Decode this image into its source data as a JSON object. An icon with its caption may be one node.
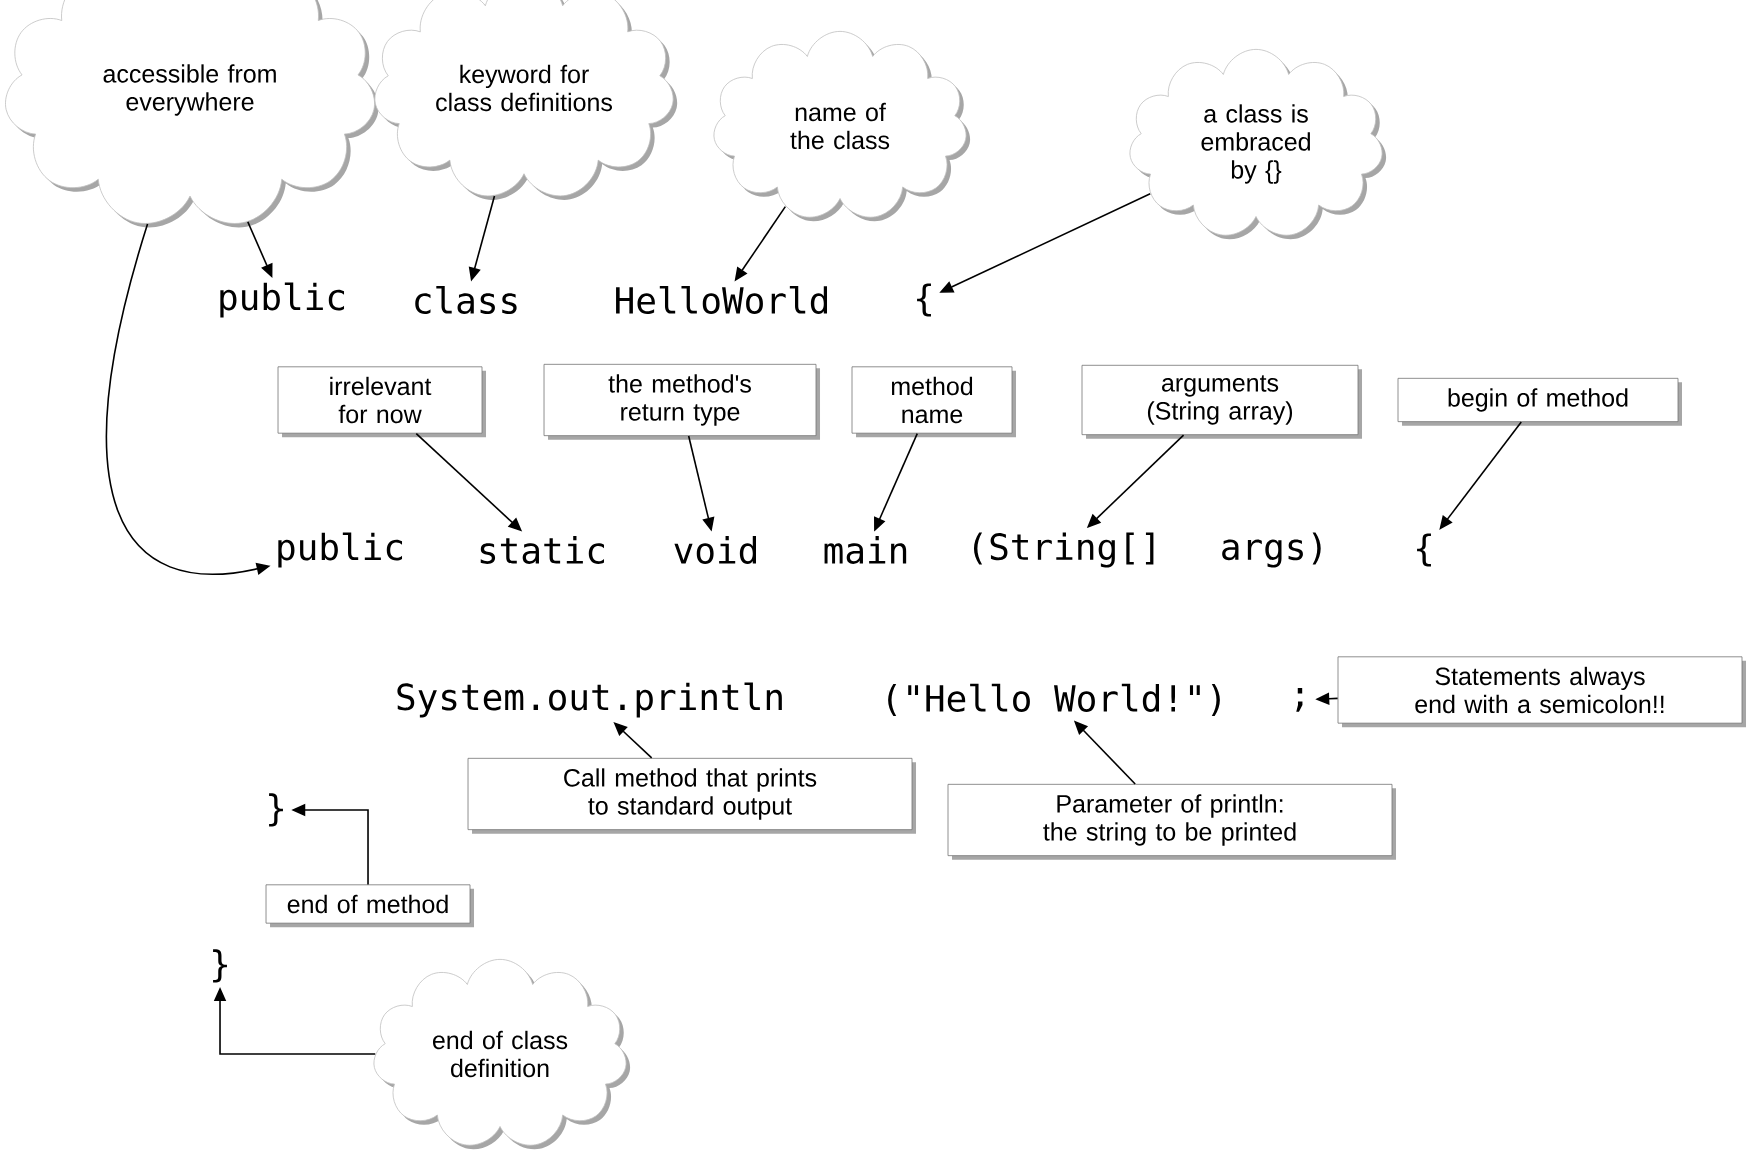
{
  "diagram": {
    "nodes": [
      {
        "text": [
          "accessible from everywhere"
        ]
      },
      {
        "text": [
          "keyword for class definitions"
        ]
      },
      {
        "text": [
          "name of the class"
        ]
      },
      {
        "text": [
          "a class is embraced by {}"
        ]
      },
      {
        "text": [
          "public"
        ]
      },
      {
        "text": [
          "class"
        ]
      },
      {
        "text": [
          "HelloWorld"
        ]
      },
      {
        "text": [
          "{"
        ]
      },
      {
        "text": [
          "irrelevant for now"
        ]
      },
      {
        "text": [
          "the method's return type"
        ]
      },
      {
        "text": [
          "method name"
        ]
      },
      {
        "text": [
          "arguments (String array)"
        ]
      },
      {
        "text": [
          "begin of method"
        ]
      },
      {
        "text": [
          "public"
        ]
      },
      {
        "text": [
          "static"
        ]
      },
      {
        "text": [
          "void"
        ]
      },
      {
        "text": [
          "main"
        ]
      },
      {
        "text": [
          "(String[]"
        ]
      },
      {
        "text": [
          "args)"
        ]
      },
      {
        "text": [
          "{"
        ]
      },
      {
        "text": [
          "System.out.println"
        ]
      },
      {
        "text": [
          "(\"Hello World!\")"
        ]
      },
      {
        "text": [
          ";"
        ]
      },
      {
        "text": [
          "Statements always end with a semicolon!!"
        ]
      },
      {
        "text": [
          "Call method that prints to standard output"
        ]
      },
      {
        "text": [
          "Parameter of println: the string to be printed"
        ]
      },
      {
        "text": [
          "}"
        ]
      },
      {
        "text": [
          "end of method"
        ]
      },
      {
        "text": [
          "}"
        ]
      },
      {
        "text": [
          "end of class definition"
        ]
      }
    ],
    "edges": [
      {
        "from": 0,
        "to": 4,
        "arrow": "to"
      },
      {
        "from": 0,
        "to": 13,
        "arrow": "to"
      },
      {
        "from": 1,
        "to": 5,
        "arrow": "to"
      },
      {
        "from": 2,
        "to": 6,
        "arrow": "to"
      },
      {
        "from": 3,
        "to": 7,
        "arrow": "to"
      },
      {
        "from": 8,
        "to": 14,
        "arrow": "to"
      },
      {
        "from": 9,
        "to": 15,
        "arrow": "to"
      },
      {
        "from": 10,
        "to": 16,
        "arrow": "to"
      },
      {
        "from": 11,
        "to": 17,
        "arrow": "to"
      },
      {
        "from": 12,
        "to": 19,
        "arrow": "to"
      },
      {
        "from": 23,
        "to": 22,
        "arrow": "to"
      },
      {
        "from": 24,
        "to": 20,
        "arrow": "to"
      },
      {
        "from": 25,
        "to": 21,
        "arrow": "to"
      },
      {
        "from": 27,
        "to": 26,
        "arrow": "to"
      },
      {
        "from": 29,
        "to": 28,
        "arrow": "to"
      }
    ]
  }
}
